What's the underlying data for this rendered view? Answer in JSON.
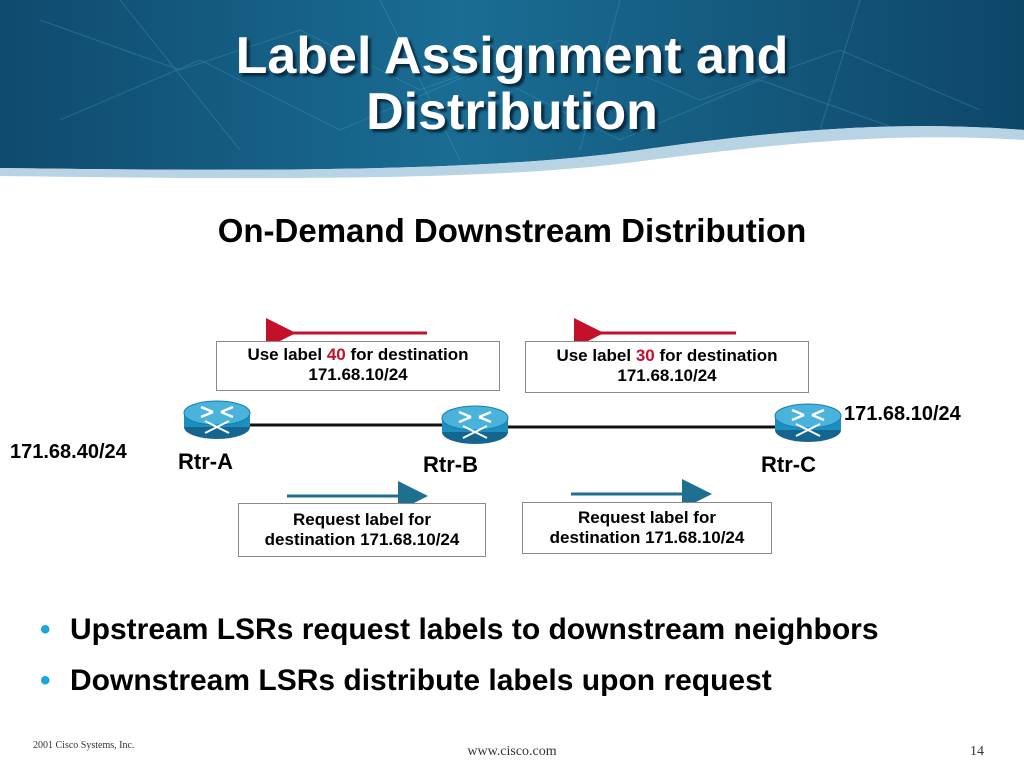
{
  "slide": {
    "title_line1": "Label Assignment and",
    "title_line2": "Distribution",
    "subtitle": "On-Demand Downstream Distribution"
  },
  "diagram": {
    "routers": [
      {
        "label": "Rtr-A"
      },
      {
        "label": "Rtr-B"
      },
      {
        "label": "Rtr-C"
      }
    ],
    "networks": {
      "left": "171.68.40/24",
      "right": "171.68.10/24"
    },
    "label_boxes": [
      {
        "prefix": "Use label ",
        "label": "40",
        "suffix": " for destination",
        "line2": "171.68.10/24"
      },
      {
        "prefix": "Use label ",
        "label": "30",
        "suffix": " for destination",
        "line2": "171.68.10/24"
      }
    ],
    "request_boxes": [
      {
        "line1": "Request label for",
        "line2": "destination 171.68.10/24"
      },
      {
        "line1": "Request label for",
        "line2": "destination 171.68.10/24"
      }
    ],
    "colors": {
      "label_arrow": "#c4102b",
      "request_arrow": "#1f6f8f",
      "router_body": "#1b8fbf",
      "link": "#111111"
    }
  },
  "bullets": [
    {
      "text": "Upstream LSRs request labels to downstream neighbors"
    },
    {
      "text": "Downstream LSRs distribute labels upon request"
    }
  ],
  "footer": {
    "copyright": "2001 Cisco Systems, Inc.",
    "url": "www.cisco.com",
    "page": "14"
  }
}
